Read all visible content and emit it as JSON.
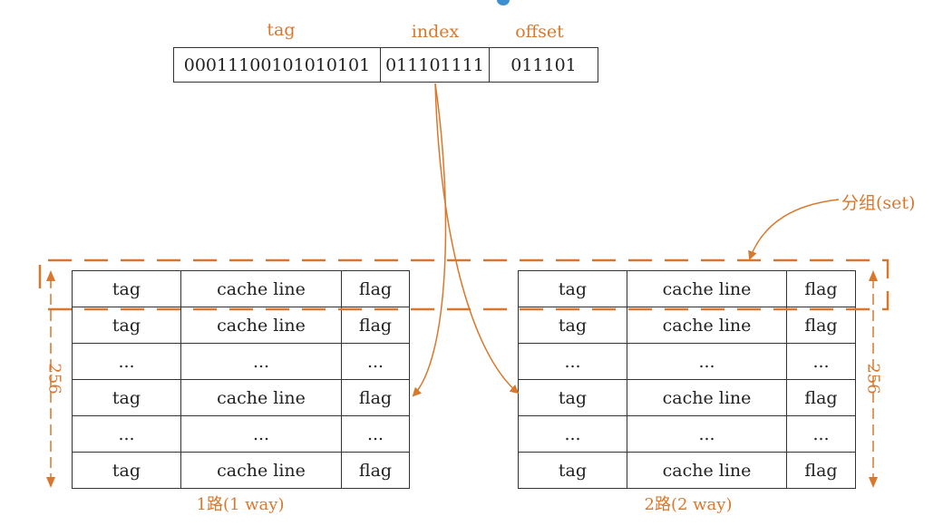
{
  "address": {
    "labels": {
      "tag": "tag",
      "index": "index",
      "offset": "offset"
    },
    "values": {
      "tag": "00011100101010101",
      "index": "011101111",
      "offset": "011101"
    }
  },
  "set_label": "分组(set)",
  "way1": {
    "label": "1路(1 way)",
    "count": "256",
    "rows": [
      [
        "tag",
        "cache line",
        "flag"
      ],
      [
        "tag",
        "cache line",
        "flag"
      ],
      [
        "...",
        "...",
        "..."
      ],
      [
        "tag",
        "cache line",
        "flag"
      ],
      [
        "...",
        "...",
        "..."
      ],
      [
        "tag",
        "cache line",
        "flag"
      ]
    ]
  },
  "way2": {
    "label": "2路(2 way)",
    "count": "256",
    "rows": [
      [
        "tag",
        "cache line",
        "flag"
      ],
      [
        "tag",
        "cache line",
        "flag"
      ],
      [
        "...",
        "...",
        "..."
      ],
      [
        "tag",
        "cache line",
        "flag"
      ],
      [
        "...",
        "...",
        "..."
      ],
      [
        "tag",
        "cache line",
        "flag"
      ]
    ]
  },
  "colors": {
    "accent": "#d9782d",
    "line": "#333333"
  }
}
